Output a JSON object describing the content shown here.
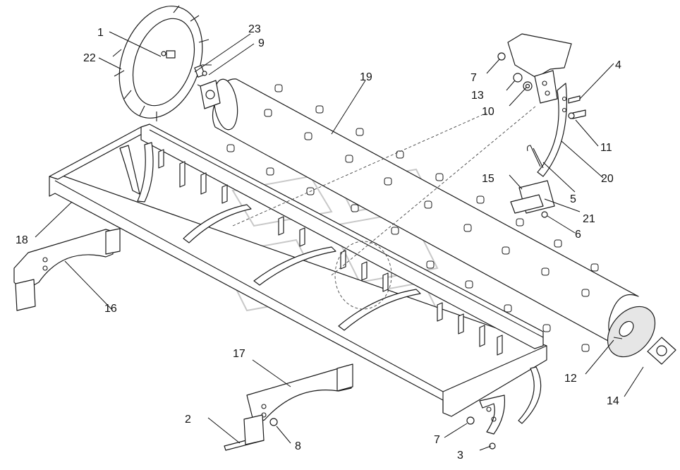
{
  "callouts": [
    {
      "id": "1",
      "label": "1"
    },
    {
      "id": "2",
      "label": "2"
    },
    {
      "id": "3",
      "label": "3"
    },
    {
      "id": "4",
      "label": "4"
    },
    {
      "id": "5",
      "label": "5"
    },
    {
      "id": "6",
      "label": "6"
    },
    {
      "id": "7a",
      "label": "7"
    },
    {
      "id": "7b",
      "label": "7"
    },
    {
      "id": "8",
      "label": "8"
    },
    {
      "id": "9",
      "label": "9"
    },
    {
      "id": "10",
      "label": "10"
    },
    {
      "id": "11",
      "label": "11"
    },
    {
      "id": "12",
      "label": "12"
    },
    {
      "id": "13",
      "label": "13"
    },
    {
      "id": "14",
      "label": "14"
    },
    {
      "id": "15",
      "label": "15"
    },
    {
      "id": "16",
      "label": "16"
    },
    {
      "id": "17",
      "label": "17"
    },
    {
      "id": "18",
      "label": "18"
    },
    {
      "id": "19",
      "label": "19"
    },
    {
      "id": "20",
      "label": "20"
    },
    {
      "id": "21",
      "label": "21"
    },
    {
      "id": "22",
      "label": "22"
    },
    {
      "id": "23",
      "label": "23"
    }
  ]
}
